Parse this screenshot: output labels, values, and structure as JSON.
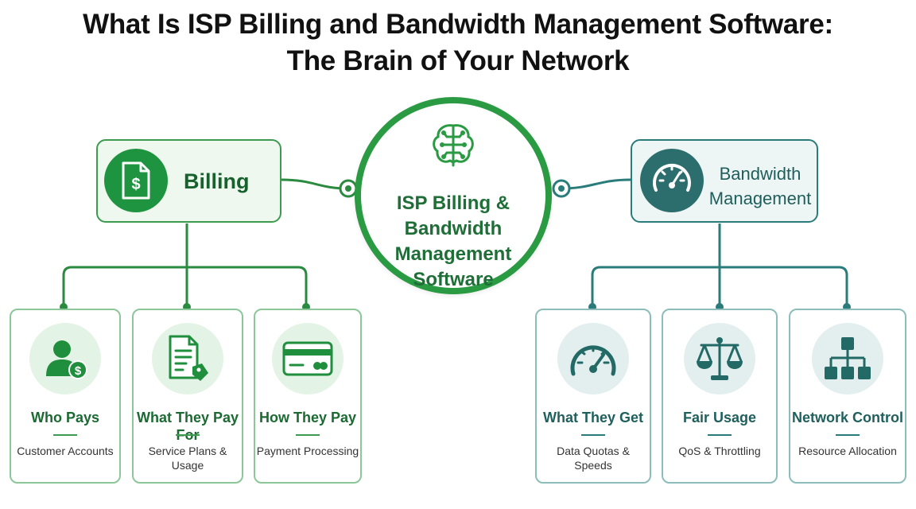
{
  "title": {
    "line1": "What Is ISP Billing and Bandwidth Management Software:",
    "line2": "The Brain of Your Network"
  },
  "center": {
    "label": "ISP Billing & Bandwidth Management Software",
    "icon": "brain-circuit-icon"
  },
  "billing": {
    "label": "Billing",
    "icon": "invoice-dollar-icon",
    "cards": [
      {
        "title": "Who Pays",
        "subtitle": "Customer Accounts",
        "icon": "user-dollar-icon"
      },
      {
        "title": "What They Pay For",
        "subtitle": "Service Plans & Usage",
        "icon": "document-tag-icon"
      },
      {
        "title": "How They Pay",
        "subtitle": "Payment Processing",
        "icon": "credit-card-icon"
      }
    ]
  },
  "bandwidth": {
    "label": "Bandwidth Management",
    "icon": "speedometer-icon",
    "cards": [
      {
        "title": "What They Get",
        "subtitle": "Data Quotas & Speeds",
        "icon": "gauge-icon"
      },
      {
        "title": "Fair Usage",
        "subtitle": "QoS & Throttling",
        "icon": "scales-icon"
      },
      {
        "title": "Network Control",
        "subtitle": "Resource Allocation",
        "icon": "network-hierarchy-icon"
      }
    ]
  },
  "colors": {
    "billing_green": "#1f9440",
    "billing_dark": "#17612d",
    "bandwidth_teal": "#2c6e6e",
    "background": "#ffffff"
  }
}
